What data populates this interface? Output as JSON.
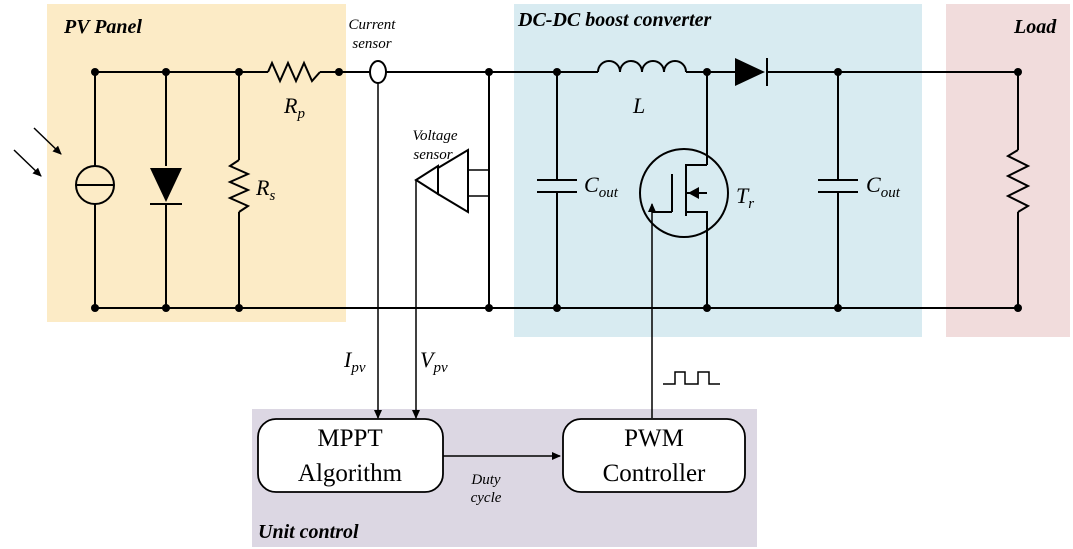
{
  "regions": {
    "pv_panel": {
      "title": "PV Panel",
      "color": "#fcebc6"
    },
    "boost": {
      "title": "DC-DC boost converter",
      "color": "#d8ebf1"
    },
    "load": {
      "title": "Load",
      "color": "#f1dcdc"
    },
    "control": {
      "title": "Unit control",
      "color": "#dcd7e3"
    }
  },
  "labels": {
    "current_sensor_1": "Current",
    "current_sensor_2": "sensor",
    "voltage_sensor_1": "Voltage",
    "voltage_sensor_2": "sensor",
    "rp": "R",
    "rp_sub": "p",
    "rs": "R",
    "rs_sub": "s",
    "inductor": "L",
    "cout1": "C",
    "cout1_sub": "out",
    "cout2": "C",
    "cout2_sub": "out",
    "transistor": "T",
    "transistor_sub": "r",
    "ipv": "I",
    "ipv_sub": "pv",
    "vpv": "V",
    "vpv_sub": "pv",
    "duty_1": "Duty",
    "duty_2": "cycle"
  },
  "blocks": {
    "mppt_1": "MPPT",
    "mppt_2": "Algorithm",
    "pwm_1": "PWM",
    "pwm_2": "Controller"
  }
}
